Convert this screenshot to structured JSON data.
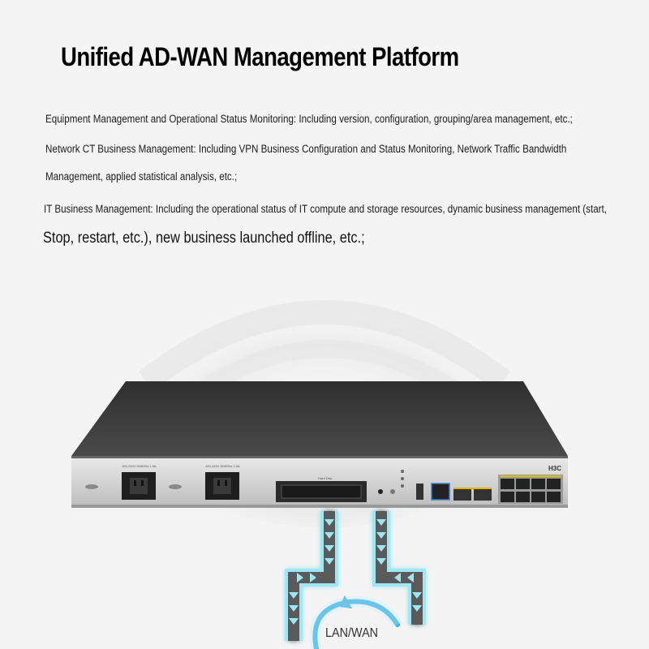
{
  "heading": {
    "title": "Unified AD-WAN Management Platform"
  },
  "features": {
    "equipment": "Equipment Management and Operational Status Monitoring: Including version, configuration, grouping/area management, etc.;",
    "network_line1": "Network CT Business Management: Including VPN Business Configuration and Status Monitoring, Network Traffic Bandwidth",
    "network_line2": "Management, applied statistical analysis, etc.;",
    "it_line1": "IT Business Management: Including the operational status of IT compute and storage resources, dynamic business management (start,",
    "it_line2": "Stop, restart, etc.), new business launched offline, etc.;"
  },
  "device": {
    "brand": "H3C",
    "panel_label_psu1": "100-240V 50/60Hz 1.5A",
    "panel_label_psu2": "100-240V 50/60Hz 1.5A",
    "slot_label": "Hard Disk"
  },
  "diagram": {
    "lan_wan_label": "LAN/WAN"
  },
  "colors": {
    "background": "#f4f4f4",
    "chassis_top": "#3a3a3a",
    "front_panel": "#d8d8d8",
    "arrow_glow": "#9fe7f5",
    "arrow_dark": "#555555",
    "loop_arrow": "#3aaee0"
  }
}
